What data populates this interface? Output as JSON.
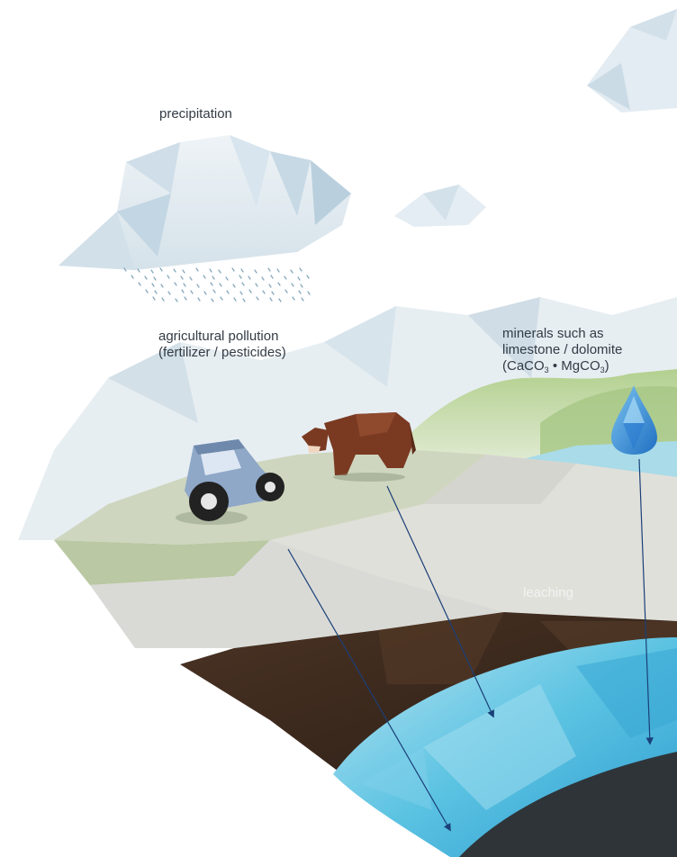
{
  "labels": {
    "precipitation": "precipitation",
    "agricultural_line1": "agricultural pollution",
    "agricultural_line2": "(fertilizer / pesticides)",
    "minerals_line1": "minerals such as",
    "minerals_line2": "limestone / dolomite",
    "formula_open": "(CaCO",
    "formula_sub1": "3",
    "formula_mid": " • MgCO",
    "formula_sub2": "3",
    "formula_close": ")",
    "leaching": "leaching"
  },
  "colors": {
    "background": "#ffffff",
    "cloud": "#dfeaf1",
    "rain": "#7ea3b8",
    "grass": "#c9d3b5",
    "hills": "#a9c789",
    "soil_top": "#d7d7d1",
    "topsoil": "#3d2a1f",
    "groundwater": "#4fb9dc",
    "bedrock": "#2f3439",
    "arrow": "#1a3f78",
    "droplet": "#3a8ed6",
    "tractor": "#8fa8c8",
    "cow": "#7a3a22"
  }
}
